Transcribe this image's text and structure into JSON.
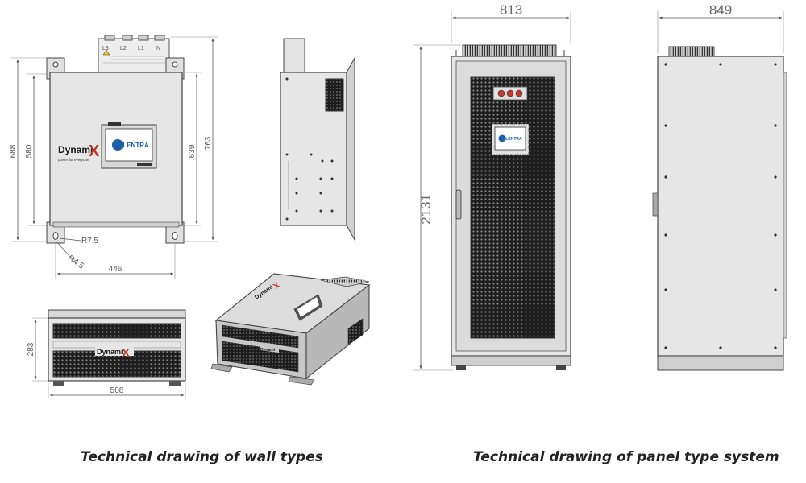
{
  "captions": {
    "wall": "Technical drawing of wall types",
    "panel": "Technical drawing of panel type system"
  },
  "wall_unit": {
    "front": {
      "terminals": [
        "L3",
        "L2",
        "L1",
        "N"
      ],
      "brand_text": "Dynami",
      "brand_x": "X",
      "brand_tagline": "power for everyone",
      "screen_brand": "ELENTRA",
      "dims": {
        "height_total": "763",
        "height_body": "688",
        "height_inner": "580",
        "height_right": "639",
        "width": "446",
        "radius_large": "R7,5",
        "radius_small": "R4,5"
      }
    },
    "bottom": {
      "brand_text": "Dynami",
      "brand_x": "X",
      "dims": {
        "height": "283",
        "width": "508"
      }
    },
    "iso": {
      "brand_text": "Dynami",
      "brand_x": "X"
    }
  },
  "panel_unit": {
    "front": {
      "screen_brand": "ELENTRA",
      "dims": {
        "width": "813",
        "height": "2131"
      }
    },
    "side": {
      "dims": {
        "width": "849"
      }
    }
  },
  "colors": {
    "body": "#e6e6e6",
    "outline": "#444444",
    "dark": "#1a1a1a",
    "accent_red": "#c0392b",
    "screen_blue": "#1f5fa8"
  }
}
